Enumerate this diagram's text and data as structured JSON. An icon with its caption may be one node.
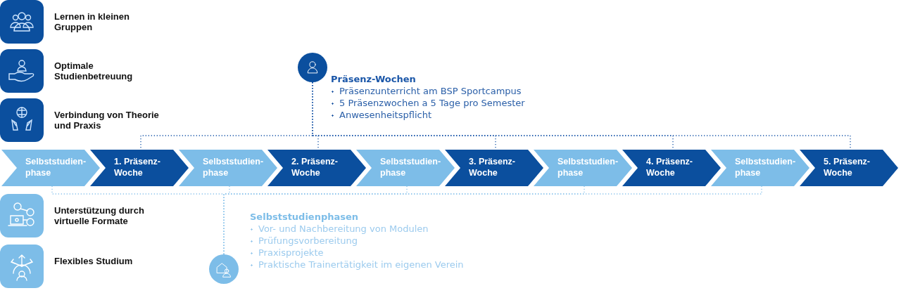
{
  "diagram": {
    "nodes": [
      {
        "text": [],
        "shape": "picture",
        "beside": [
          "Lernen in kleinen Gruppen"
        ]
      },
      {
        "text": [],
        "shape": "picture",
        "beside": [
          "Optimale Studienbetreuung"
        ]
      },
      {
        "text": [],
        "shape": "picture",
        "beside": [
          "Verbindung von Theorie und Praxis"
        ]
      },
      {
        "text": [],
        "shape": "picture",
        "beside": [
          "Unterstützung durch virtuelle Formate"
        ]
      },
      {
        "text": [],
        "shape": "picture",
        "beside": [
          "Flexibles Studium"
        ]
      },
      {
        "text": [
          "Selbststudien-phase"
        ]
      },
      {
        "text": [
          "1. Präsenz-Woche"
        ]
      },
      {
        "text": [
          "Selbststudien-phase"
        ]
      },
      {
        "text": [
          "2. Präsenz-Woche"
        ]
      },
      {
        "text": [
          "Selbststudien-phase"
        ]
      },
      {
        "text": [
          "3. Präsenz-Woche"
        ]
      },
      {
        "text": [
          "Selbststudien-phase"
        ]
      },
      {
        "text": [
          "4. Präsenz-Woche"
        ]
      },
      {
        "text": [
          "Selbststudien-phase"
        ]
      },
      {
        "text": [
          "5. Präsenz-Woche"
        ]
      },
      {
        "text": [],
        "shape": "circle",
        "beside": [
          "Präsenz-Wochen",
          "Präsenzunterricht am BSP Sportcampus",
          "5 Präsenzwochen a 5 Tage pro Semester",
          "Anwesenheitspflicht"
        ]
      },
      {
        "text": [],
        "shape": "circle",
        "beside": [
          "Selbststudienphasen",
          "Vor- und Nachbereitung von Modulen",
          "Prüfungsvorbereitung",
          "Praxisprojekte",
          "Praktische Trainertätigkeit im eigenen Verein"
        ]
      }
    ],
    "edges": [
      {
        "from": 15,
        "to": 6,
        "arrow": "none",
        "style": "dashed",
        "color": "#1a56a8"
      },
      {
        "from": 15,
        "to": 8,
        "arrow": "none",
        "style": "dashed",
        "color": "#1a56a8"
      },
      {
        "from": 15,
        "to": 10,
        "arrow": "none",
        "style": "dashed",
        "color": "#1a56a8"
      },
      {
        "from": 15,
        "to": 12,
        "arrow": "none",
        "style": "dashed",
        "color": "#1a56a8"
      },
      {
        "from": 15,
        "to": 14,
        "arrow": "none",
        "style": "dashed",
        "color": "#1a56a8"
      },
      {
        "from": 16,
        "to": 5,
        "arrow": "none",
        "style": "dashed",
        "color": "#8cc4ec"
      },
      {
        "from": 16,
        "to": 7,
        "arrow": "none",
        "style": "dashed",
        "color": "#8cc4ec"
      },
      {
        "from": 16,
        "to": 9,
        "arrow": "none",
        "style": "dashed",
        "color": "#8cc4ec"
      },
      {
        "from": 16,
        "to": 11,
        "arrow": "none",
        "style": "dashed",
        "color": "#8cc4ec"
      },
      {
        "from": 16,
        "to": 13,
        "arrow": "none",
        "style": "dashed",
        "color": "#8cc4ec"
      }
    ]
  }
}
